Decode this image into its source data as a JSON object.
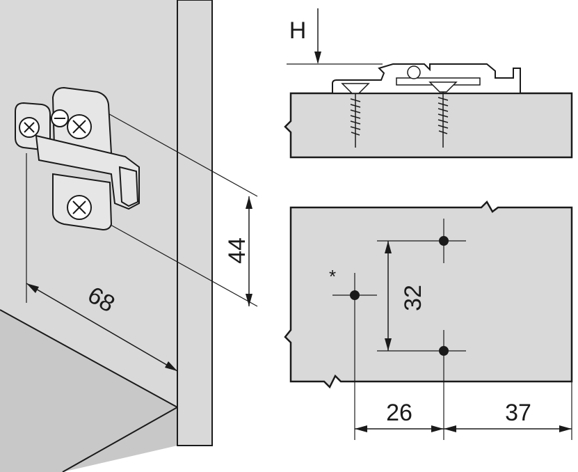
{
  "labels": {
    "height_symbol": "H",
    "asterisk_top": "*",
    "asterisk_plan": "*",
    "dim_44": "44",
    "dim_68": "68",
    "dim_32": "32",
    "dim_26": "26",
    "dim_37": "37"
  },
  "colors": {
    "panel_fill": "#d9d9d9",
    "line": "#1a1a1a",
    "hinge_fill": "#e6e6e6",
    "background": "#ffffff"
  }
}
